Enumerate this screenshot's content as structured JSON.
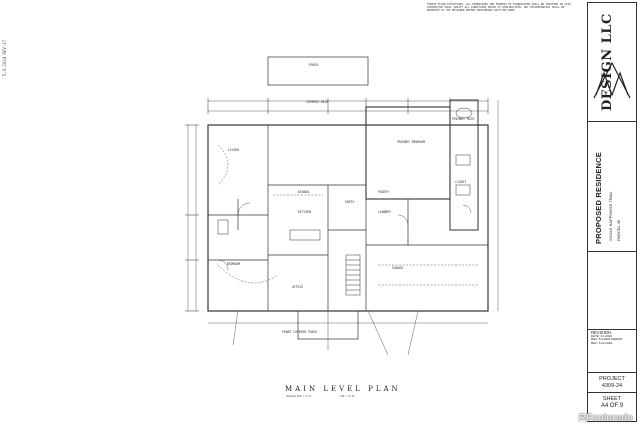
{
  "side_stamp": "5.9.2024  REV-17",
  "notes": "FINISH FLOOR ELEVATIONS, ALL DIMENSIONS AND FRAMING OF FOUNDATIONS SHALL BE VERIFIED ON SITE. CONTRACTOR SHALL VERIFY ALL CONDITIONS PRIOR TO CONSTRUCTION. ANY DISCREPANCIES SHALL BE REPORTED TO THE DESIGNER BEFORE PROCEEDING WITH THE WORK.",
  "title_block": {
    "firm_name": "DESIGN LLC",
    "project_title": "PROPOSED RESIDENCE",
    "address": "XXXXX HAPPINESS TRAIL",
    "parcel": "PARCEL 49",
    "revision_label": "REVISION",
    "revisions": [
      "DATE: 4.1.2024",
      "REV: 5.9.2024 PERMIT",
      "REV: 5.22.2024"
    ],
    "project_label": "PROJECT",
    "project_number": "4309-24",
    "sheet_label": "SHEET",
    "sheet_number": "A4 OF 9"
  },
  "plan": {
    "title": "MAIN LEVEL PLAN",
    "scale_left": "SCALE 1/8\" = 1'-0\"",
    "scale_right": "1/8\" = 1'-0\""
  },
  "rooms": {
    "porch": "PORCH",
    "covered_deck": "COVERED DECK",
    "primary_bedroom": "PRIMARY BEDROOM",
    "primary_bath": "PRIMARY BATH",
    "closet": "CLOSET",
    "living": "LIVING",
    "kitchen": "KITCHEN",
    "dining": "DINING",
    "bedroom": "BEDROOM",
    "office": "OFFICE",
    "garage": "GARAGE",
    "front_porch": "FRONT COVERED PORCH",
    "pantry": "PANTRY",
    "laundry": "LAUNDRY",
    "entry": "ENTRY"
  },
  "watermark": "REcolorado"
}
